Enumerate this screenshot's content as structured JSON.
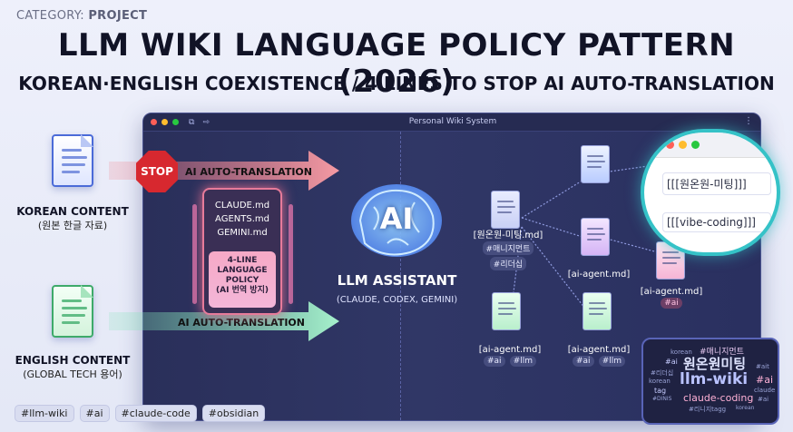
{
  "header": {
    "category_prefix": "CATEGORY:",
    "category_value": "PROJECT",
    "title": "LLM WIKI LANGUAGE POLICY PATTERN (2026)",
    "subtitle": "KOREAN·ENGLISH COEXISTENCE / 4 LINES TO STOP AI AUTO-TRANSLATION"
  },
  "left": {
    "korean_label": "KOREAN CONTENT",
    "korean_sub": "(원본 한글 자료)",
    "english_label": "ENGLISH CONTENT",
    "english_sub": "(GLOBAL TECH 용어)",
    "stop_text": "STOP",
    "arrow_top_label": "AI AUTO-TRANSLATION",
    "arrow_bottom_label": "AI AUTO-TRANSLATION"
  },
  "window": {
    "title": "Personal Wiki System"
  },
  "rules": {
    "files": [
      "CLAUDE.md",
      "AGENTS.md",
      "GEMINI.md"
    ],
    "policy_lines": [
      "4-LINE",
      "LANGUAGE",
      "POLICY",
      "(AI 번역 방지)"
    ]
  },
  "assistant": {
    "badge": "AI",
    "name": "LLM ASSISTANT",
    "models": "(CLAUDE, CODEX, GEMINI)"
  },
  "files": [
    {
      "name": "[원온원-미팅.md]",
      "tags": [
        "#매니지먼트",
        "#리더십"
      ]
    },
    {
      "name": "[ai-agent.md]",
      "tags": []
    },
    {
      "name": "[ai-agent.md]",
      "tags": [
        "#ai"
      ]
    },
    {
      "name": "[ai-agent.md]",
      "tags": [
        "#ai",
        "#llm"
      ]
    },
    {
      "name": "[ai-agent.md]",
      "tags": [
        "#ai",
        "#llm"
      ]
    }
  ],
  "popup": {
    "link1": "[[[원온원-미팅]]]",
    "link2": "[[[vibe-coding]]]"
  },
  "cloud": {
    "words": [
      "korean",
      "#매니지먼트",
      "#ai",
      "원온원미팅",
      "#ait",
      "#리더십",
      "korean",
      "llm-wiki",
      "#ai",
      "tag",
      "claude",
      "#DINIS",
      "claude-coding",
      "#ai",
      "#리니지tagg",
      "korean"
    ]
  },
  "footer_tags": [
    "#llm-wiki",
    "#ai",
    "#claude-code",
    "#obsidian"
  ],
  "colors": {
    "accent_teal": "#35c2c7",
    "stop_red": "#d7282f",
    "arrow_red": "#f07a85",
    "arrow_green": "#7fe3b5",
    "window_bg": "#2a2f5a"
  }
}
